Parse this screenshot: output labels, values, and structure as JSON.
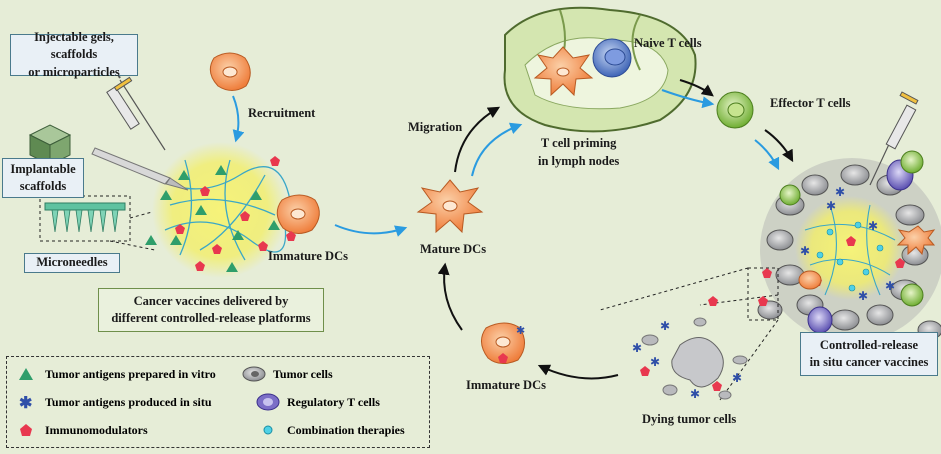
{
  "labels": {
    "injectable": [
      "Injectable gels, scaffolds",
      "or microparticles"
    ],
    "implantable": [
      "Implantable",
      "scaffolds"
    ],
    "microneedles": "Microneedles",
    "recruitment": "Recruitment",
    "immature_dcs_top": "Immature DCs",
    "mature_dcs": "Mature DCs",
    "migration": "Migration",
    "naive_t": "Naive T cells",
    "priming": [
      "T cell priming",
      "in lymph nodes"
    ],
    "effector_t": "Effector T cells",
    "cancer_vaccines": [
      "Cancer vaccines delivered by",
      "different controlled-release platforms"
    ],
    "controlled_release": [
      "Controlled-release",
      "in situ cancer vaccines"
    ],
    "immature_dcs_bottom": "Immature DCs",
    "dying": "Dying tumor cells"
  },
  "legend": [
    {
      "icon": "green-triangle-icon",
      "label": "Tumor antigens prepared in vitro"
    },
    {
      "icon": "blue-star-icon",
      "label": "Tumor antigens produced in situ"
    },
    {
      "icon": "red-pentagon-icon",
      "label": "Immunomodulators"
    },
    {
      "icon": "tumor-cell-icon",
      "label": "Tumor cells"
    },
    {
      "icon": "regulatory-t-cell-icon",
      "label": "Regulatory T cells"
    },
    {
      "icon": "cyan-dot-icon",
      "label": "Combination therapies"
    }
  ],
  "colors": {
    "background": "#e6edd7",
    "arrow_blue": "#2a9be0",
    "dc_orange": "#f08a4b",
    "antigen_green": "#2f9e6b",
    "immunomodulator_red": "#e8384f",
    "tumor_gray": "#a7a9ac",
    "treg_purple": "#7b6ec7",
    "effector_green": "#8cc24a",
    "naive_blue": "#5b7fc9",
    "combination_cyan": "#4fd1e6",
    "gel_yellow": "#f2ee6a"
  }
}
